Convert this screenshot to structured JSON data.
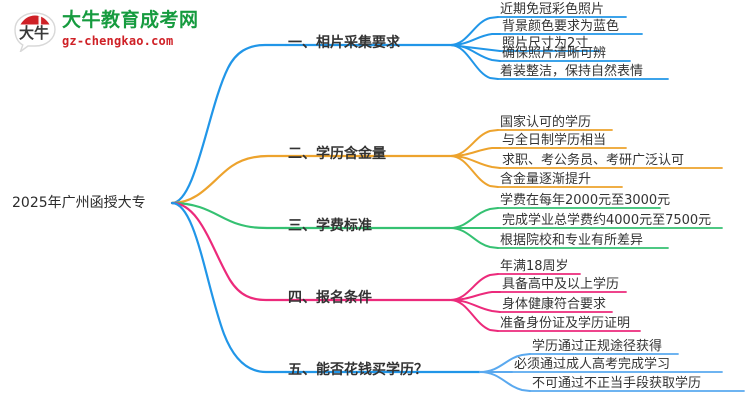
{
  "logo": {
    "mark_text": "大牛",
    "title": "大牛教育成考网",
    "subtitle": "gz-chengkao.com",
    "title_color": "#169b3f",
    "subtitle_color": "#cf2026",
    "mark_color": "#cf2026"
  },
  "mindmap": {
    "root": {
      "label": "2025年广州函授大专"
    },
    "branches": [
      {
        "label": "一、相片采集要求",
        "color": "#2196e8",
        "leaves": [
          {
            "label": "近期免冠彩色照片"
          },
          {
            "label": "背景颜色要求为蓝色"
          },
          {
            "label": "照片尺寸为2寸"
          },
          {
            "label": "确保照片清晰可辨"
          },
          {
            "label": "着装整洁，保持自然表情"
          }
        ]
      },
      {
        "label": "二、学历含金量",
        "color": "#eda32d",
        "leaves": [
          {
            "label": "国家认可的学历"
          },
          {
            "label": "与全日制学历相当"
          },
          {
            "label": "求职、考公务员、考研广泛认可"
          },
          {
            "label": "含金量逐渐提升"
          }
        ]
      },
      {
        "label": "三、学费标准",
        "color": "#35c172",
        "leaves": [
          {
            "label": "学费在每年2000元至3000元"
          },
          {
            "label": "完成学业总学费约4000元至7500元"
          },
          {
            "label": "根据院校和专业有所差异"
          }
        ]
      },
      {
        "label": "四、报名条件",
        "color": "#ec2a7b",
        "leaves": [
          {
            "label": "年满18周岁"
          },
          {
            "label": "具备高中及以上学历"
          },
          {
            "label": "身体健康符合要求"
          },
          {
            "label": "准备身份证及学历证明"
          }
        ]
      },
      {
        "label": "五、能否花钱买学历？",
        "color": "#2196e8",
        "leaf_color": "#5aa9ef",
        "leaves": [
          {
            "label": "学历通过正规途径获得"
          },
          {
            "label": "必须通过成人高考完成学习"
          },
          {
            "label": "不可通过不正当手段获取学历"
          }
        ]
      }
    ]
  }
}
